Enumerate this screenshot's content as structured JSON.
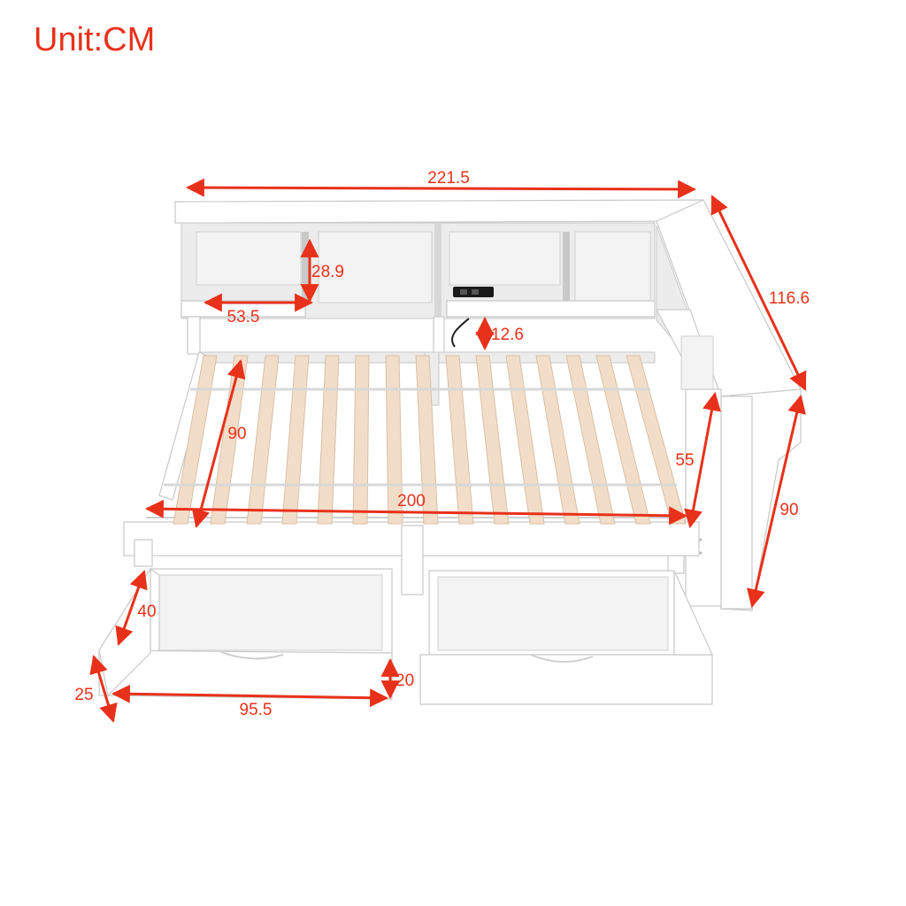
{
  "unit_label": "Unit:CM",
  "colors": {
    "dimension": "#e8311a",
    "frame": "#ffffff",
    "frame_edge": "#c9c9c9",
    "slat": "#f2ddc8",
    "usb_panel": "#1a1a1a"
  },
  "dimensions": {
    "total_length": "221.5",
    "total_depth": "116.6",
    "shelf_height": "28.9",
    "shelf_width": "53.5",
    "outlet_height": "12.6",
    "bed_width": "90",
    "bed_length": "200",
    "side_depth": "55",
    "side_height": "90",
    "drawer_depth": "40",
    "drawer_height_outer": "25",
    "drawer_width": "95.5",
    "drawer_height": "20"
  }
}
